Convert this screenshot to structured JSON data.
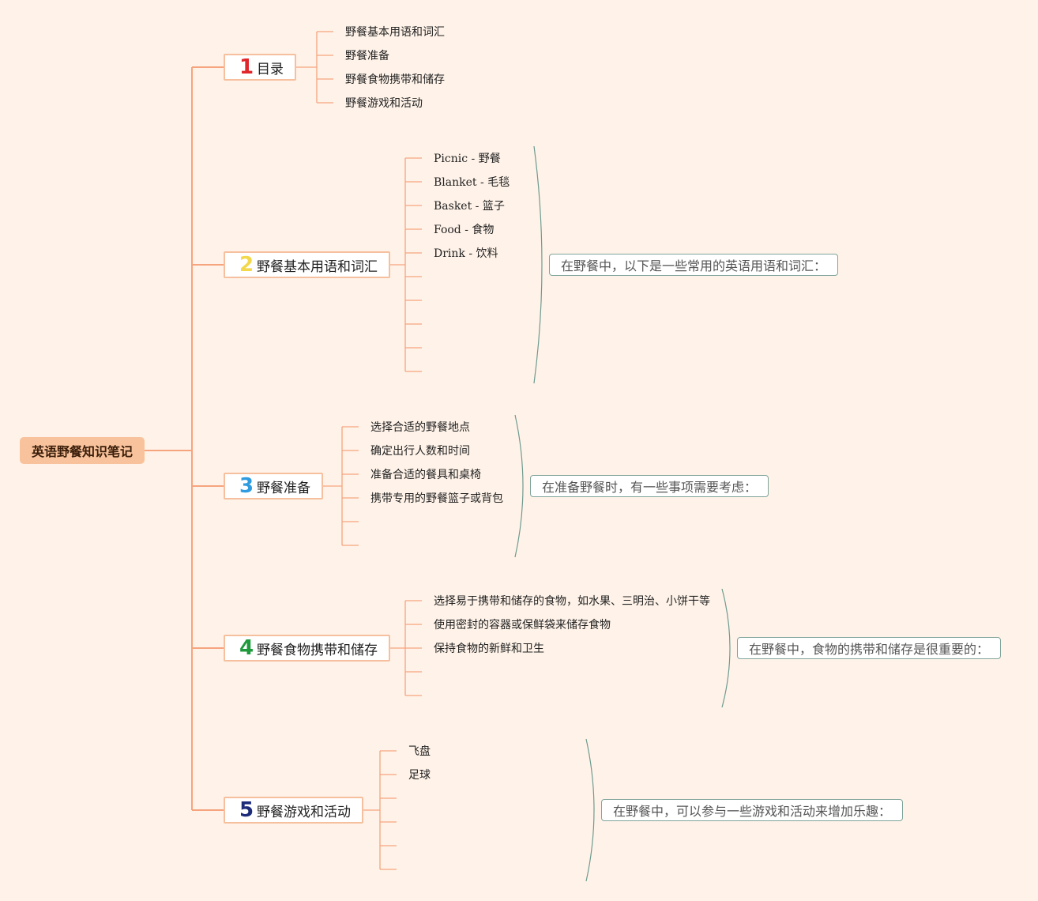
{
  "root": {
    "label": "英语野餐知识笔记"
  },
  "colors": {
    "background": "#fff3e9",
    "connector": "#f5a47e",
    "bracket": "#6e9a8f",
    "num1": "#e0262b",
    "num2": "#f2d84a",
    "num3": "#2f9be0",
    "num4": "#1f9a3c",
    "num5": "#1c2b7a"
  },
  "branches": [
    {
      "number": "1",
      "label": "目录",
      "items": [
        "野餐基本用语和词汇",
        "野餐准备",
        "野餐食物携带和储存",
        "野餐游戏和活动"
      ]
    },
    {
      "number": "2",
      "label": "野餐基本用语和词汇",
      "items": [
        "Picnic - 野餐",
        "Blanket - 毛毯",
        "Basket - 篮子",
        "Food - 食物",
        "Drink - 饮料"
      ],
      "summary": "在野餐中，以下是一些常用的英语用语和词汇："
    },
    {
      "number": "3",
      "label": "野餐准备",
      "items": [
        "选择合适的野餐地点",
        "确定出行人数和时间",
        "准备合适的餐具和桌椅",
        "携带专用的野餐篮子或背包"
      ],
      "summary": "在准备野餐时，有一些事项需要考虑："
    },
    {
      "number": "4",
      "label": "野餐食物携带和储存",
      "items": [
        "选择易于携带和储存的食物，如水果、三明治、小饼干等",
        "使用密封的容器或保鲜袋来储存食物",
        "保持食物的新鲜和卫生"
      ],
      "summary": "在野餐中，食物的携带和储存是很重要的："
    },
    {
      "number": "5",
      "label": "野餐游戏和活动",
      "items": [
        "飞盘",
        "足球"
      ],
      "summary": "在野餐中，可以参与一些游戏和活动来增加乐趣："
    }
  ]
}
